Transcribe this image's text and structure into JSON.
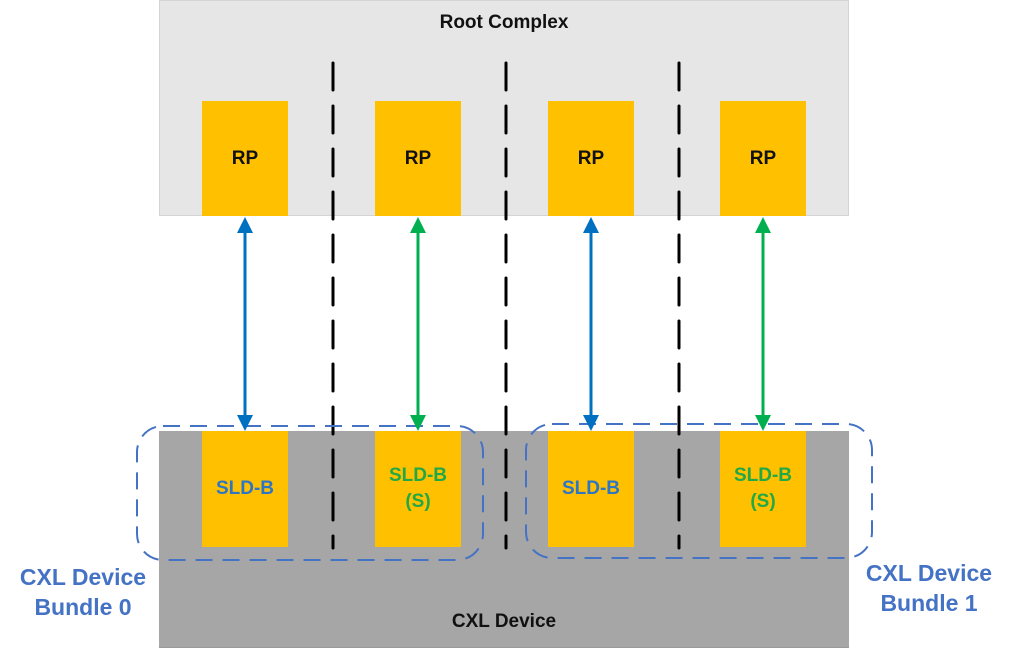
{
  "root_complex": {
    "label": "Root Complex"
  },
  "root_ports": [
    {
      "label": "RP"
    },
    {
      "label": "RP"
    },
    {
      "label": "RP"
    },
    {
      "label": "RP"
    }
  ],
  "device": {
    "label": "CXL Device"
  },
  "slds": [
    {
      "label": "SLD-B",
      "color": "#2e75c6"
    },
    {
      "label": "SLD-B\n(S)",
      "color": "#22a845"
    },
    {
      "label": "SLD-B",
      "color": "#2e75c6"
    },
    {
      "label": "SLD-B\n(S)",
      "color": "#22a845"
    }
  ],
  "links": [
    {
      "from": "RP 0",
      "to": "SLD-B 0",
      "color": "#0070c0"
    },
    {
      "from": "RP 1",
      "to": "SLD-B (S) 1",
      "color": "#00b050"
    },
    {
      "from": "RP 2",
      "to": "SLD-B 2",
      "color": "#0070c0"
    },
    {
      "from": "RP 3",
      "to": "SLD-B (S) 3",
      "color": "#00b050"
    }
  ],
  "bundles": [
    {
      "label": "CXL Device\nBundle 0"
    },
    {
      "label": "CXL Device\nBundle 1"
    }
  ],
  "colors": {
    "bundle_outline": "#4472c4",
    "port_fill": "#ffc000",
    "partition_line": "#000000"
  }
}
